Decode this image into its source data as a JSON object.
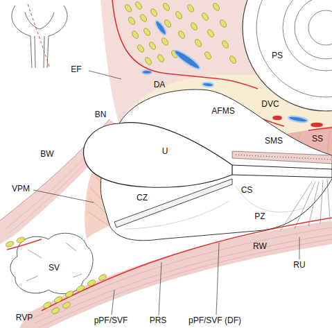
{
  "diagram": {
    "labels": [
      "PS",
      "EF",
      "DA",
      "DVC",
      "BN",
      "AFMS",
      "U",
      "SS",
      "SMS",
      "CS",
      "BW",
      "VPM",
      "CZ",
      "PZ",
      "SV",
      "RW",
      "RU",
      "RVP",
      "pPF/SVF",
      "PRS",
      "pPF/SVF (DF)"
    ]
  }
}
